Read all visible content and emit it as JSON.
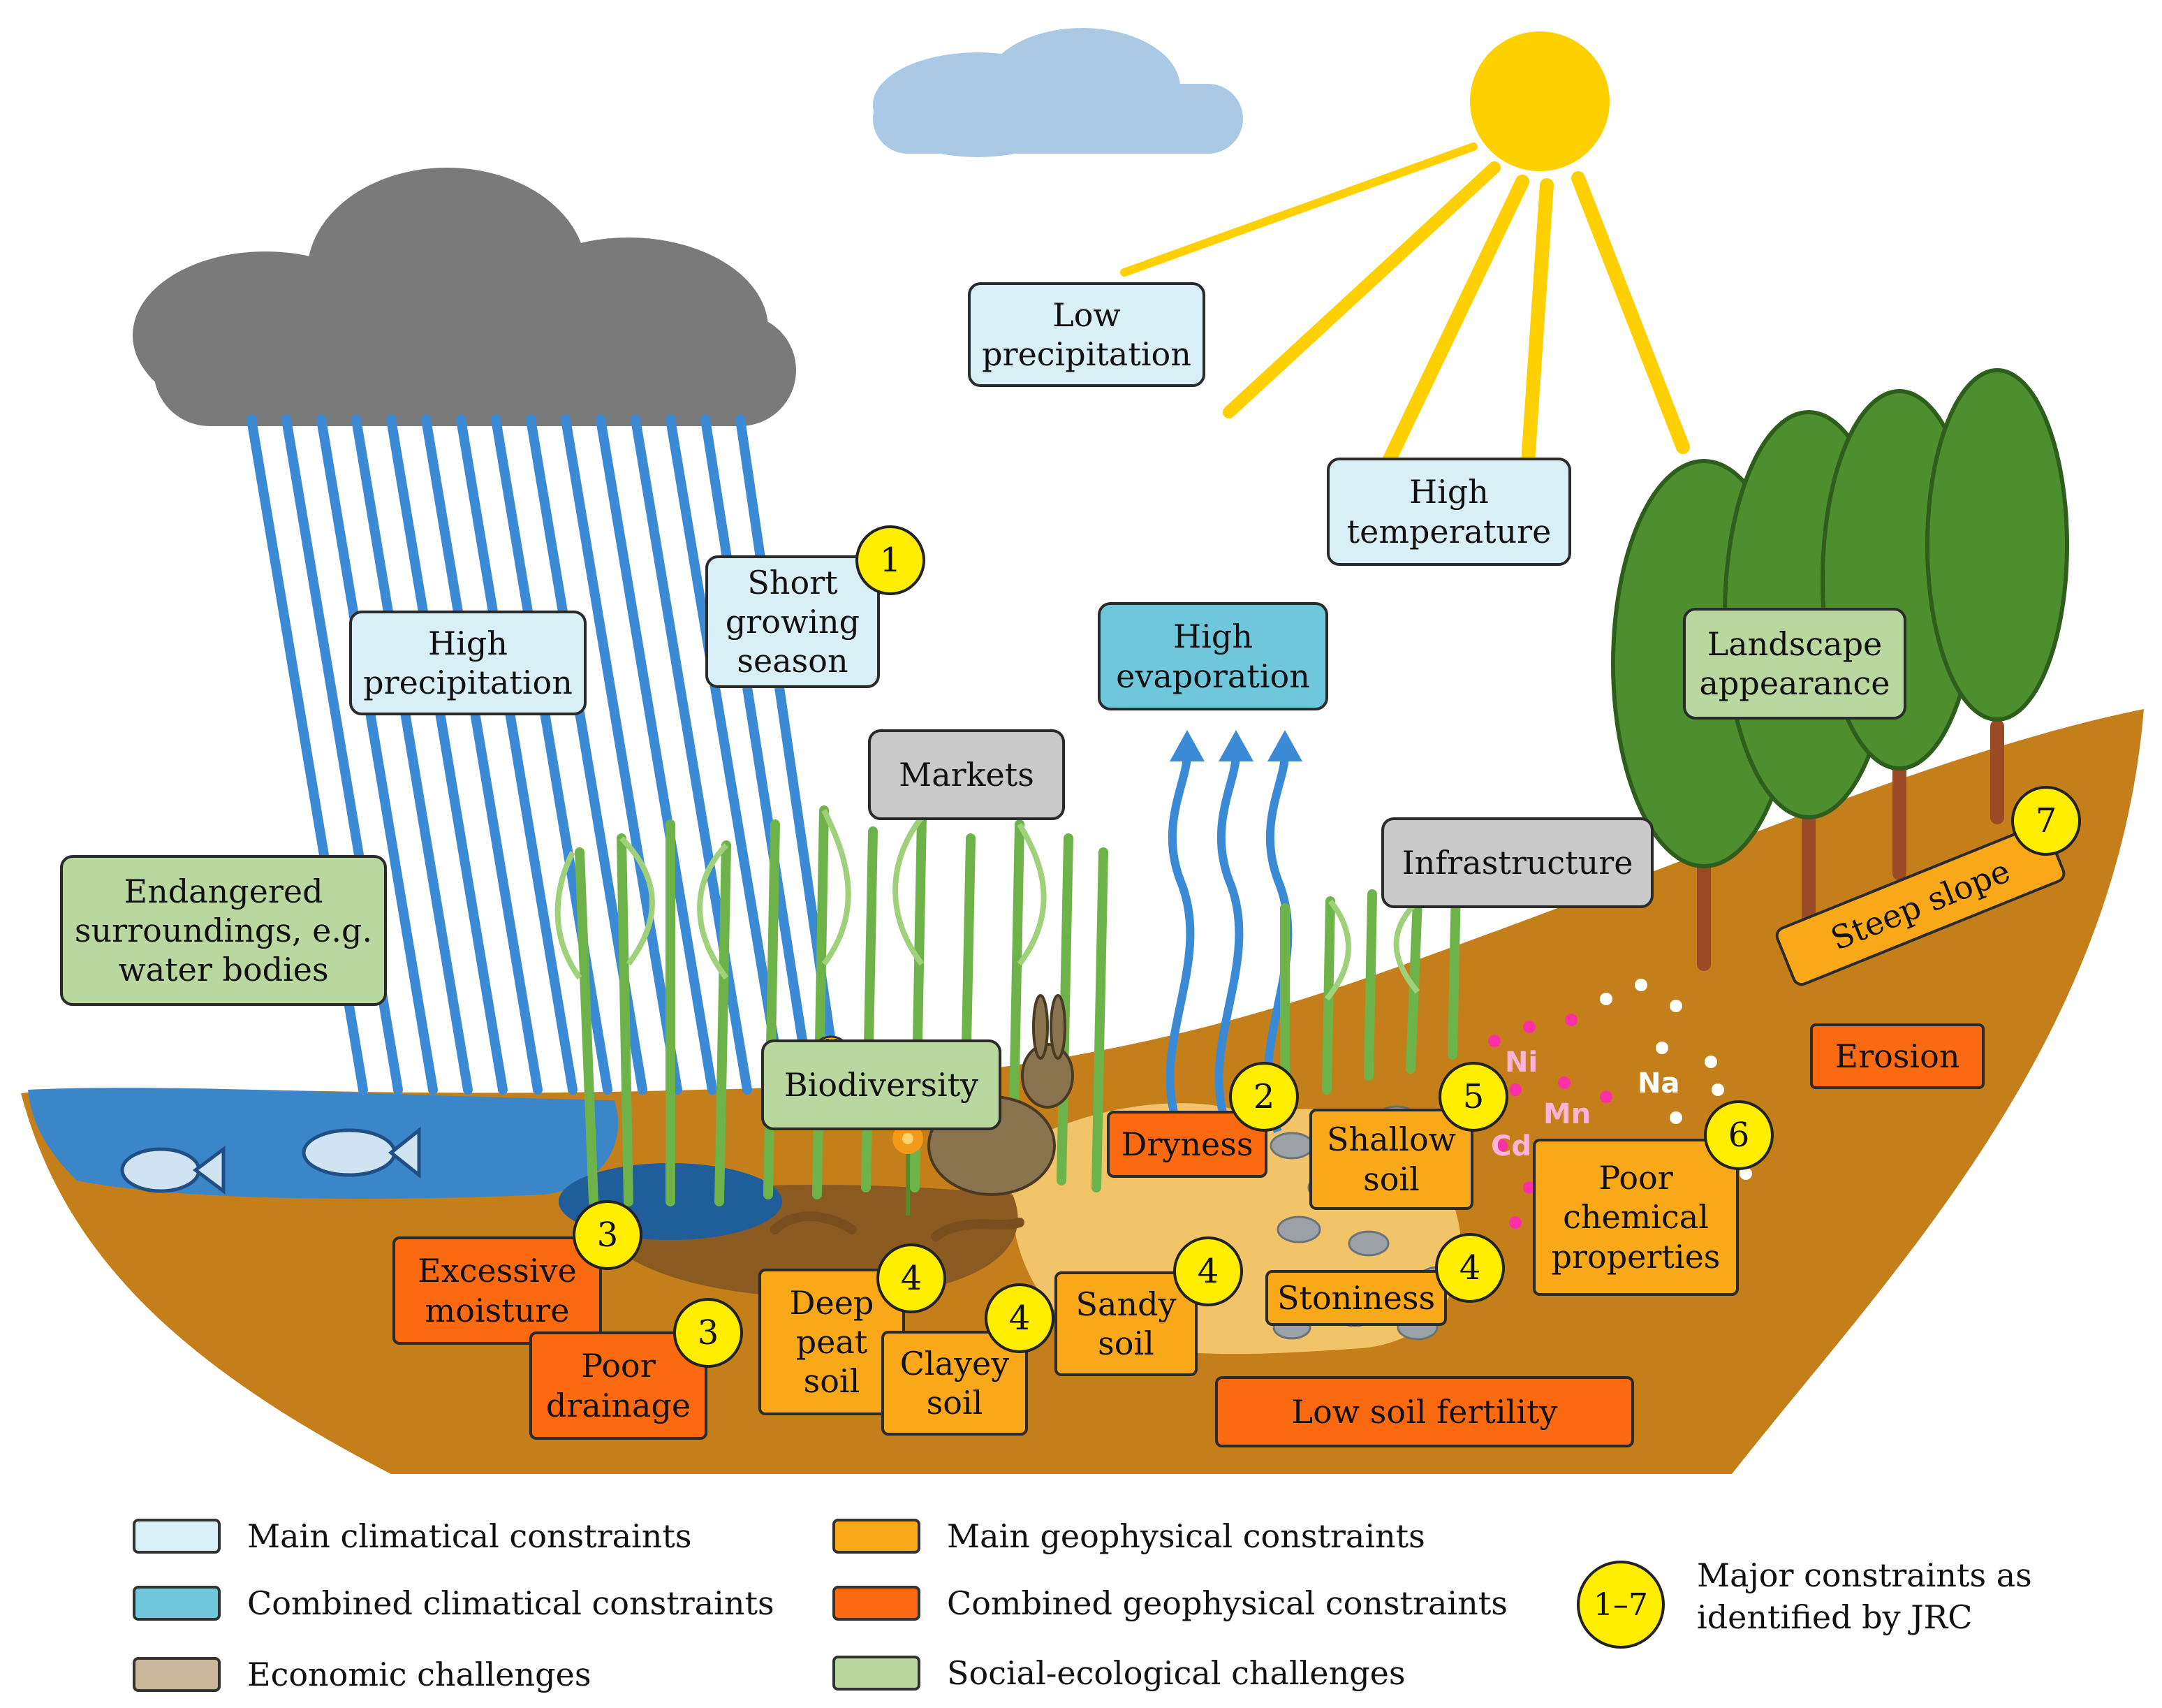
{
  "labels": {
    "low_precipitation": "Low\nprecipitation",
    "high_temperature": "High\ntemperature",
    "high_precipitation": "High\nprecipitation",
    "short_growing_season": "Short\ngrowing\nseason",
    "high_evaporation": "High\nevaporation",
    "markets": "Markets",
    "infrastructure": "Infrastructure",
    "landscape_appearance": "Landscape\nappearance",
    "endangered_surroundings": "Endangered\nsurroundings, e.g.\nwater bodies",
    "biodiversity": "Biodiversity",
    "steep_slope": "Steep slope",
    "erosion": "Erosion",
    "dryness": "Dryness",
    "shallow_soil": "Shallow\nsoil",
    "poor_chemical_properties": "Poor\nchemical\nproperties",
    "excessive_moisture": "Excessive\nmoisture",
    "poor_drainage": "Poor\ndrainage",
    "deep_peat_soil": "Deep\npeat\nsoil",
    "clayey_soil": "Clayey\nsoil",
    "sandy_soil": "Sandy\nsoil",
    "stoniness": "Stoniness",
    "low_soil_fertility": "Low soil fertility"
  },
  "badges": {
    "short_growing_season": "1",
    "dryness": "2",
    "excessive_moisture": "3",
    "poor_drainage": "3",
    "deep_peat_soil": "4",
    "clayey_soil": "4",
    "sandy_soil": "4",
    "stoniness": "4",
    "shallow_soil": "5",
    "poor_chemical_properties": "6",
    "steep_slope": "7"
  },
  "elements": {
    "ni": "Ni",
    "mn": "Mn",
    "cd": "Cd",
    "na": "Na"
  },
  "legend": {
    "main_climatical": "Main climatical constraints",
    "combined_climatical": "Combined climatical constraints",
    "economic": "Economic challenges",
    "main_geophysical": "Main geophysical constraints",
    "combined_geophysical": "Combined geophysical constraints",
    "social_ecological": "Social-ecological challenges",
    "badge_range": "1–7",
    "badge_text": "Major constraints as\nidentified by JRC"
  },
  "colors": {
    "main_climatical": "#d9eff6",
    "combined_climatical": "#6fc7dc",
    "economic": "#c9b99a",
    "main_geophysical": "#f9a81a",
    "combined_geophysical": "#fb6a10",
    "social_ecological": "#b9d8a0",
    "badge": "#ffee00",
    "soil": "#c47f1a",
    "water": "#3a86c8",
    "rain": "#3a8ad6",
    "sun": "#ffd000"
  }
}
